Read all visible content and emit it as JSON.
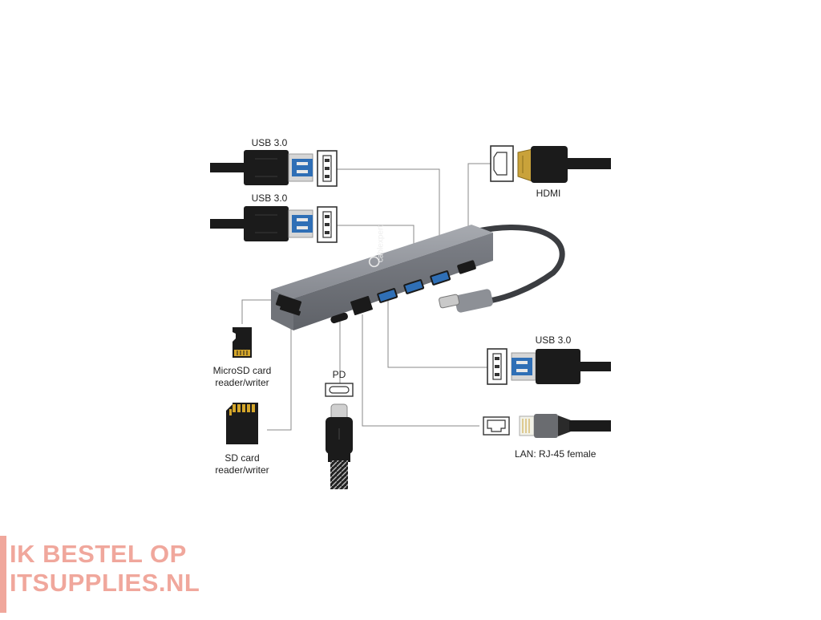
{
  "labels": {
    "usb_top_1": "USB 3.0",
    "usb_top_2": "USB 3.0",
    "hdmi": "HDMI",
    "usb_right": "USB 3.0",
    "lan": "LAN: RJ-45 female",
    "pd": "PD",
    "microsd_line1": "MicroSD card",
    "microsd_line2": "reader/writer",
    "sd_line1": "SD card",
    "sd_line2": "reader/writer"
  },
  "hub_brand": "cablexpert",
  "watermark": {
    "line1": "IK BESTEL OP",
    "line2": "ITSUPPLIES.NL",
    "color": "#f0a79c"
  },
  "colors": {
    "hub_body": "#8d9096",
    "cable": "#1b1b1b",
    "usb_blue": "#2f6fb6",
    "hdmi_gold": "#c9a23a",
    "leader_line": "#8a8a8a"
  }
}
